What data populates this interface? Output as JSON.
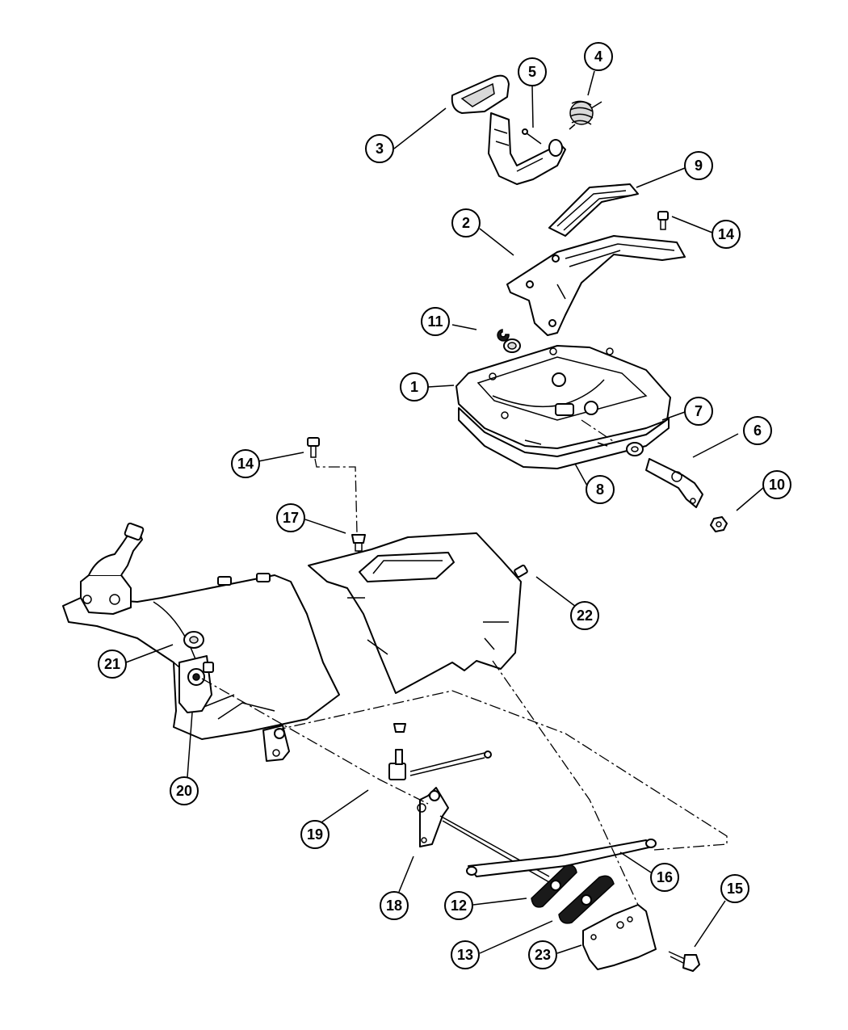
{
  "diagram": {
    "callouts": [
      {
        "id": "c1",
        "label": "1"
      },
      {
        "id": "c2",
        "label": "2"
      },
      {
        "id": "c3",
        "label": "3"
      },
      {
        "id": "c4",
        "label": "4"
      },
      {
        "id": "c5",
        "label": "5"
      },
      {
        "id": "c6",
        "label": "6"
      },
      {
        "id": "c7",
        "label": "7"
      },
      {
        "id": "c8",
        "label": "8"
      },
      {
        "id": "c9",
        "label": "9"
      },
      {
        "id": "c10",
        "label": "10"
      },
      {
        "id": "c11",
        "label": "11"
      },
      {
        "id": "c12",
        "label": "12"
      },
      {
        "id": "c13",
        "label": "13"
      },
      {
        "id": "c14a",
        "label": "14"
      },
      {
        "id": "c14b",
        "label": "14"
      },
      {
        "id": "c15",
        "label": "15"
      },
      {
        "id": "c16",
        "label": "16"
      },
      {
        "id": "c17",
        "label": "17"
      },
      {
        "id": "c18",
        "label": "18"
      },
      {
        "id": "c19",
        "label": "19"
      },
      {
        "id": "c20",
        "label": "20"
      },
      {
        "id": "c21",
        "label": "21"
      },
      {
        "id": "c22",
        "label": "22"
      },
      {
        "id": "c23",
        "label": "23"
      }
    ]
  }
}
